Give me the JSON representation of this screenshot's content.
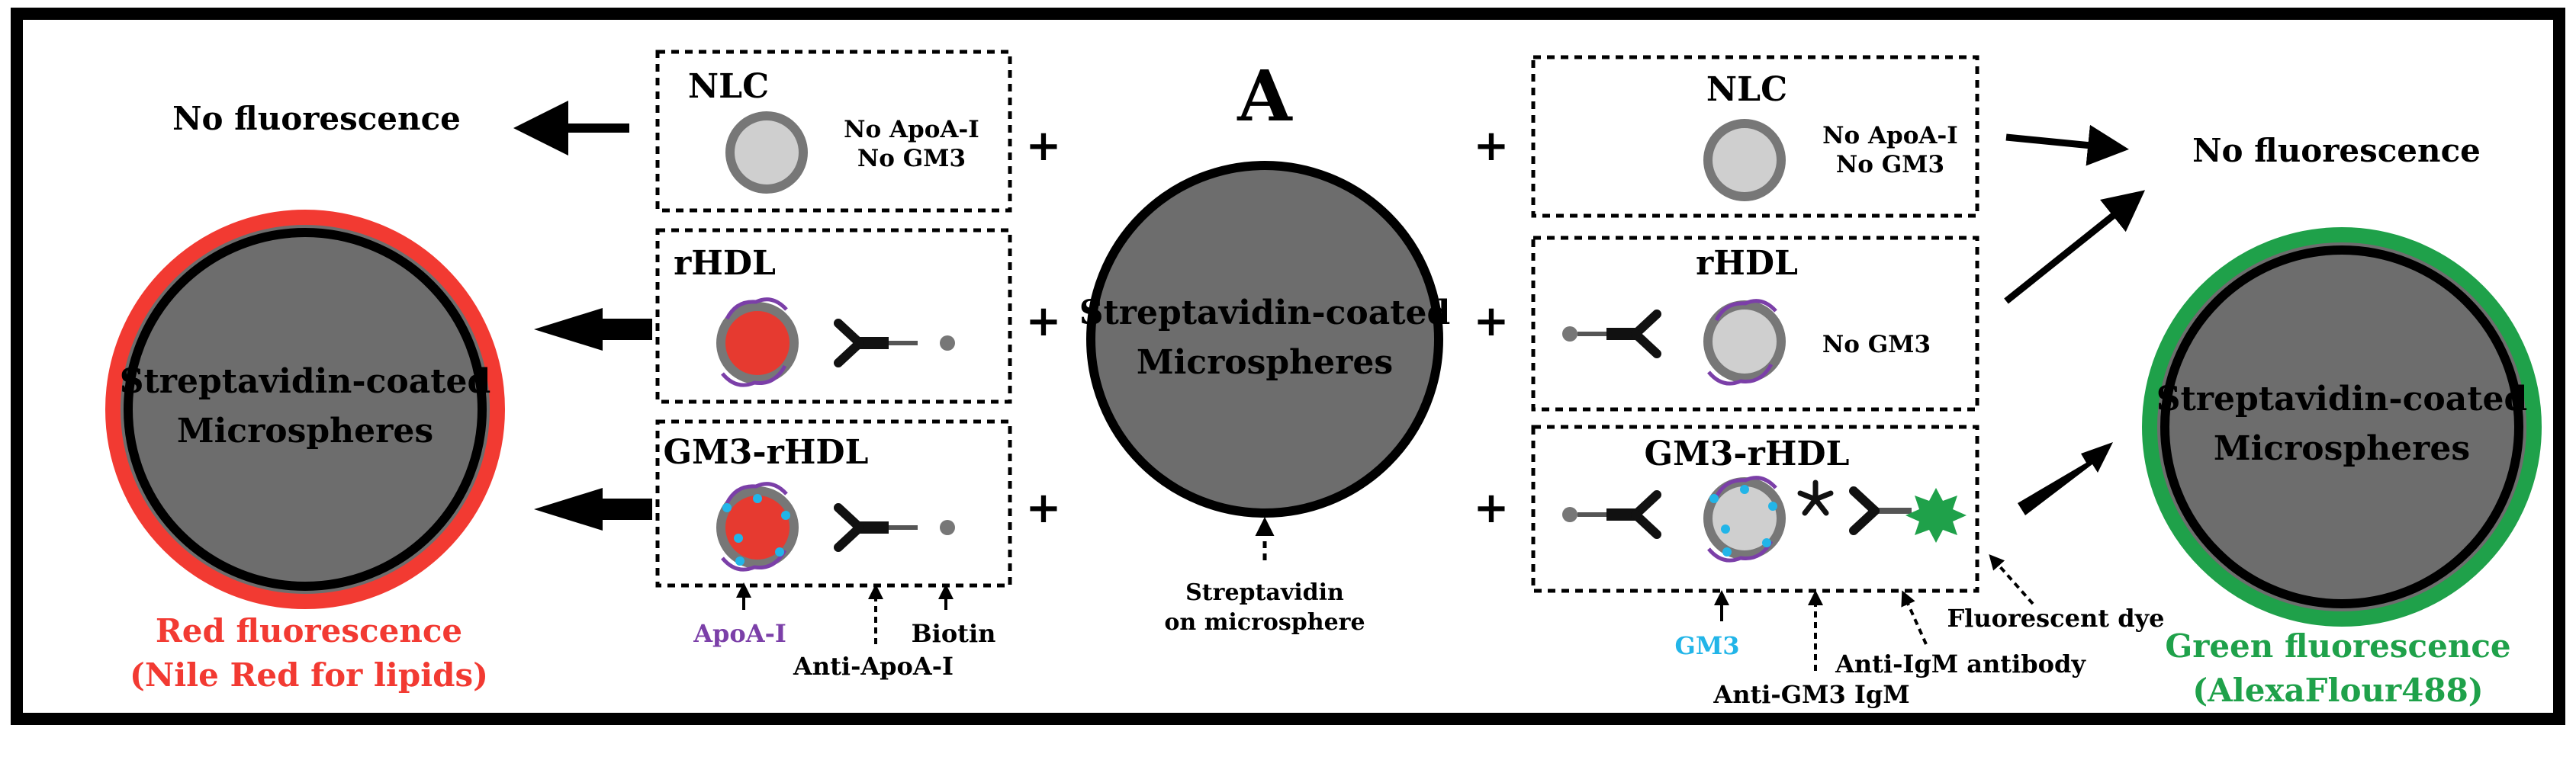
{
  "panel_label": "A",
  "center_sphere": {
    "line1": "Streptavidin-coated",
    "line2": "Microspheres"
  },
  "left_sphere": {
    "line1": "Streptavidin-coated",
    "line2": "Microspheres"
  },
  "right_sphere": {
    "line1": "Streptavidin-coated",
    "line2": "Microspheres"
  },
  "left_results": {
    "no_fluorescence": "No fluorescence",
    "red_line1": "Red fluorescence",
    "red_line2": "(Nile Red for lipids)"
  },
  "right_results": {
    "no_fluorescence": "No fluorescence",
    "green_line1": "Green fluorescence",
    "green_line2": "(AlexaFlour488)"
  },
  "left_boxes": {
    "nlc_title": "NLC",
    "nlc_note1": "No ApoA-I",
    "nlc_note2": "No GM3",
    "rhdl_title": "rHDL",
    "gm3_title": "GM3-rHDL"
  },
  "right_boxes": {
    "nlc_title": "NLC",
    "nlc_note1": "No ApoA-I",
    "nlc_note2": "No GM3",
    "rhdl_title": "rHDL",
    "rhdl_note": "No GM3",
    "gm3_title": "GM3-rHDL"
  },
  "plus": "+",
  "left_annotations": {
    "apoa": "ApoA-I",
    "anti_apoa": "Anti-ApoA-I",
    "biotin": "Biotin"
  },
  "center_annotation": {
    "line1": "Streptavidin",
    "line2": "on microsphere"
  },
  "right_annotations": {
    "gm3": "GM3",
    "anti_gm3": "Anti-GM3 IgM",
    "anti_igm": "Anti-IgM antibody",
    "dye": "Fluorescent dye"
  },
  "colors": {
    "sphere_fill": "#6d6d6d",
    "red": "#f23a32",
    "green": "#1fa14a",
    "purple": "#7b3fa8",
    "cyan": "#22b5e8",
    "np_gray": "#cfcfcf"
  }
}
